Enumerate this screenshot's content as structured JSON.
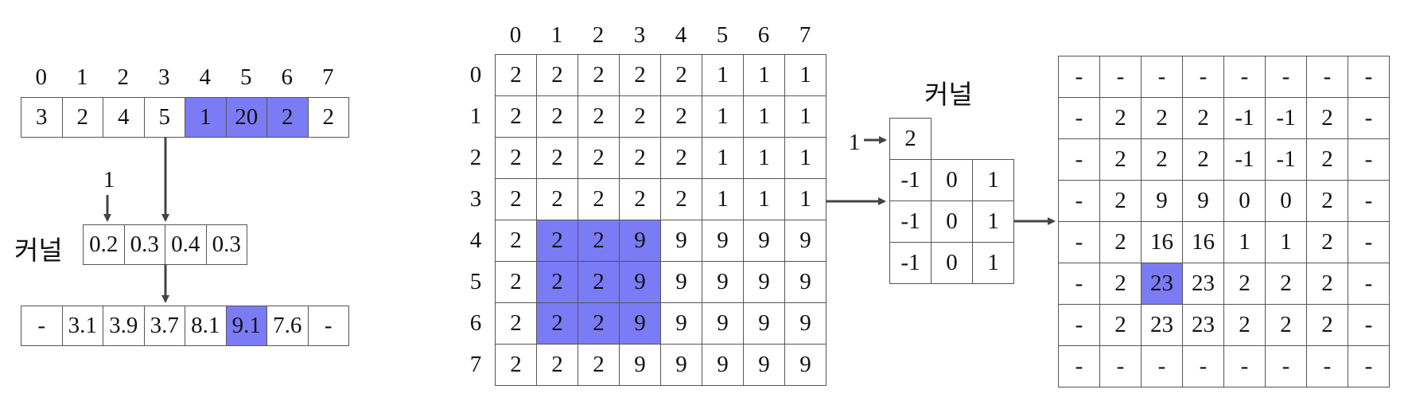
{
  "one_d": {
    "indices": [
      "0",
      "1",
      "2",
      "3",
      "4",
      "5",
      "6",
      "7"
    ],
    "input": [
      "3",
      "2",
      "4",
      "5",
      "1",
      "20",
      "2",
      "2"
    ],
    "input_highlight": [
      4,
      5,
      6
    ],
    "offset_label": "1",
    "kernel_label": "커널",
    "kernel": [
      "0.2",
      "0.3",
      "0.4",
      "0.3"
    ],
    "output": [
      "-",
      "3.1",
      "3.9",
      "3.7",
      "8.1",
      "9.1",
      "7.6",
      "-"
    ],
    "output_highlight": [
      5
    ]
  },
  "two_d": {
    "col_indices": [
      "0",
      "1",
      "2",
      "3",
      "4",
      "5",
      "6",
      "7"
    ],
    "row_indices": [
      "0",
      "1",
      "2",
      "3",
      "4",
      "5",
      "6",
      "7"
    ],
    "input": [
      [
        "2",
        "2",
        "2",
        "2",
        "2",
        "1",
        "1",
        "1"
      ],
      [
        "2",
        "2",
        "2",
        "2",
        "2",
        "1",
        "1",
        "1"
      ],
      [
        "2",
        "2",
        "2",
        "2",
        "2",
        "1",
        "1",
        "1"
      ],
      [
        "2",
        "2",
        "2",
        "2",
        "2",
        "1",
        "1",
        "1"
      ],
      [
        "2",
        "2",
        "2",
        "9",
        "9",
        "9",
        "9",
        "9"
      ],
      [
        "2",
        "2",
        "2",
        "9",
        "9",
        "9",
        "9",
        "9"
      ],
      [
        "2",
        "2",
        "2",
        "9",
        "9",
        "9",
        "9",
        "9"
      ],
      [
        "2",
        "2",
        "2",
        "9",
        "9",
        "9",
        "9",
        "9"
      ]
    ],
    "input_highlight": [
      [
        4,
        1
      ],
      [
        4,
        2
      ],
      [
        4,
        3
      ],
      [
        5,
        1
      ],
      [
        5,
        2
      ],
      [
        5,
        3
      ],
      [
        6,
        1
      ],
      [
        6,
        2
      ],
      [
        6,
        3
      ]
    ],
    "kernel_label": "커널",
    "offset_label": "1",
    "kernel_offset_cell": "2",
    "kernel": [
      [
        "-1",
        "0",
        "1"
      ],
      [
        "-1",
        "0",
        "1"
      ],
      [
        "-1",
        "0",
        "1"
      ]
    ],
    "output": [
      [
        "-",
        "-",
        "-",
        "-",
        "-",
        "-",
        "-",
        "-"
      ],
      [
        "-",
        "2",
        "2",
        "2",
        "-1",
        "-1",
        "2",
        "-"
      ],
      [
        "-",
        "2",
        "2",
        "2",
        "-1",
        "-1",
        "2",
        "-"
      ],
      [
        "-",
        "2",
        "9",
        "9",
        "0",
        "0",
        "2",
        "-"
      ],
      [
        "-",
        "2",
        "16",
        "16",
        "1",
        "1",
        "2",
        "-"
      ],
      [
        "-",
        "2",
        "23",
        "23",
        "2",
        "2",
        "2",
        "-"
      ],
      [
        "-",
        "2",
        "23",
        "23",
        "2",
        "2",
        "2",
        "-"
      ],
      [
        "-",
        "-",
        "-",
        "-",
        "-",
        "-",
        "-",
        "-"
      ]
    ],
    "output_highlight": [
      [
        5,
        2
      ]
    ]
  }
}
